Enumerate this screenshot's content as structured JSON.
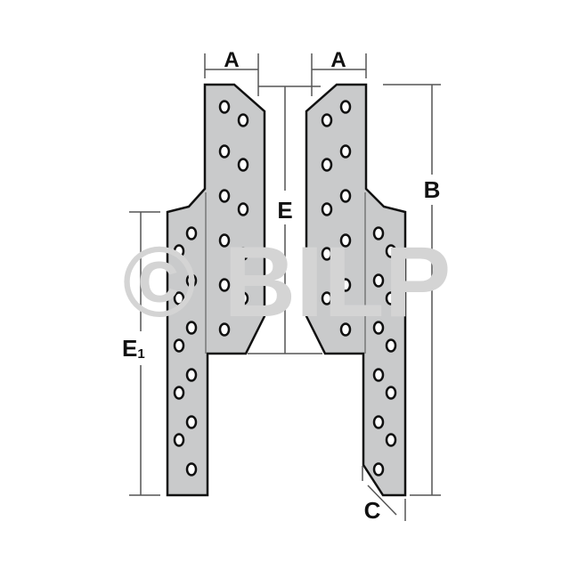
{
  "watermark": "© BILP",
  "labels": {
    "a_left": "A",
    "a_right": "A",
    "e": "E",
    "e1_main": "E",
    "e1_sub": "1",
    "b": "B",
    "c": "C"
  },
  "colors": {
    "plate": "#c9cacb",
    "outline": "#111111",
    "dimension": "#555555",
    "watermark": "#d4d4d4"
  }
}
